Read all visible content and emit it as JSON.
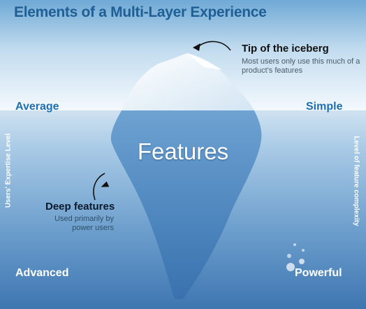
{
  "title": "Elements of a Multi-Layer Experience",
  "tip": {
    "title": "Tip of the iceberg",
    "description": "Most users only use this much of a product's features"
  },
  "labels": {
    "average": "Average",
    "simple": "Simple",
    "features": "Features",
    "advanced": "Advanced",
    "powerful": "Powerful",
    "users_expertise": "Users' Expertise Level",
    "feature_complexity": "Level of feature complexity"
  },
  "deep": {
    "title": "Deep features",
    "description": "Used primarily by power users"
  },
  "colors": {
    "title": "#1f5f95",
    "surface_labels": "#1f6fb0",
    "sky_top": "#6fa9d5",
    "water_deep": "#3f79b4"
  }
}
